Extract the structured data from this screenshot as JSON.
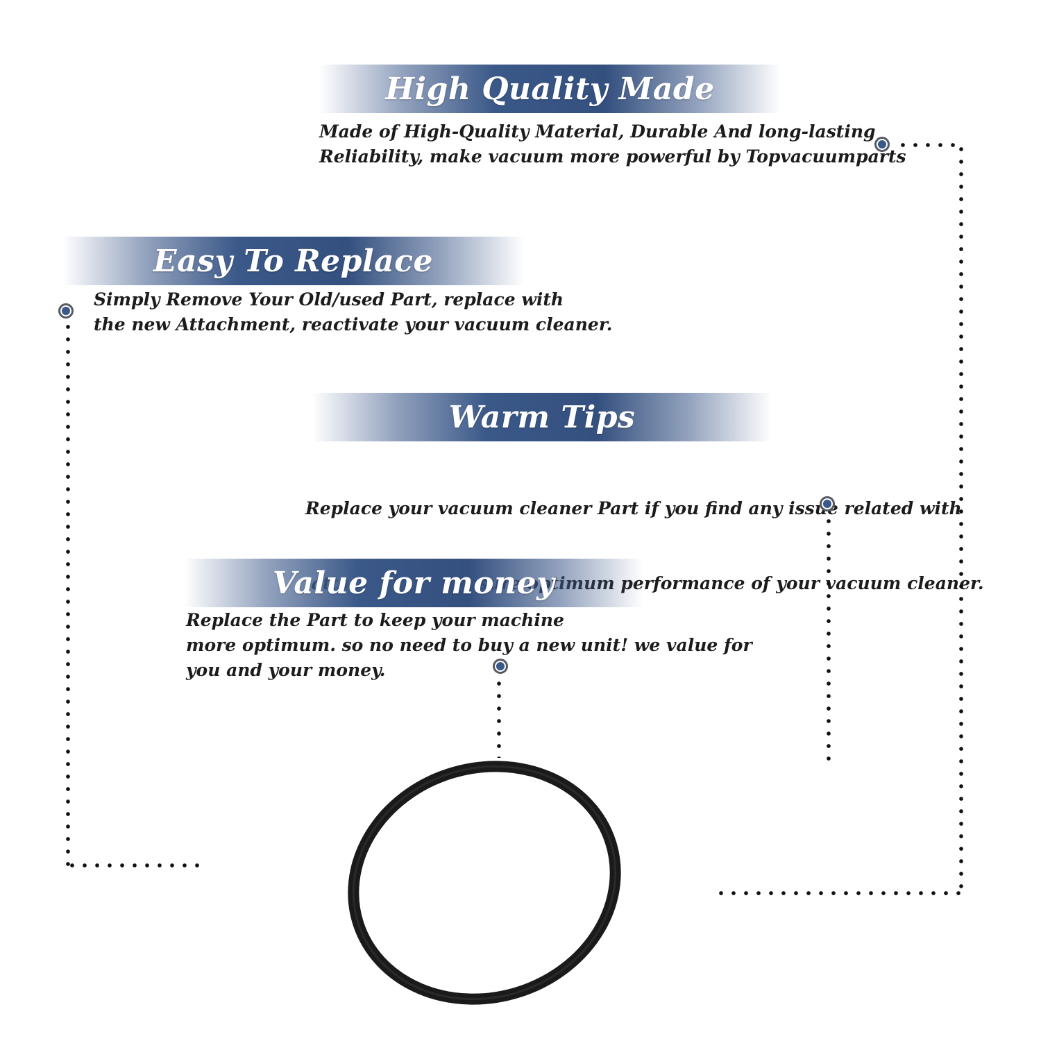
{
  "sections": [
    {
      "title": "High Quality Made",
      "lines": [
        "Made of  High-Quality Material, Durable And long-lasting",
        "Reliability, make vacuum more powerful by Topvacuumparts"
      ]
    },
    {
      "title": "Easy To Replace",
      "lines": [
        "Simply Remove Your Old/used Part, replace with",
        "the new Attachment, reactivate your vacuum cleaner."
      ]
    },
    {
      "title": "Warm Tips",
      "lines": [
        "Replace your vacuum cleaner Part if you find any issue related with",
        " attachment to ensure optimum performance of your vacuum cleaner."
      ]
    },
    {
      "title": "Value for money",
      "lines": [
        "Replace the Part to keep your machine",
        "more optimum. so no need to buy a new unit! we value for",
        "you and your money."
      ]
    }
  ],
  "colors": {
    "banner": "#3a5888",
    "text": "#1c1c1c",
    "ring": "#1a1a1a"
  },
  "product_image": "o-ring-gasket"
}
